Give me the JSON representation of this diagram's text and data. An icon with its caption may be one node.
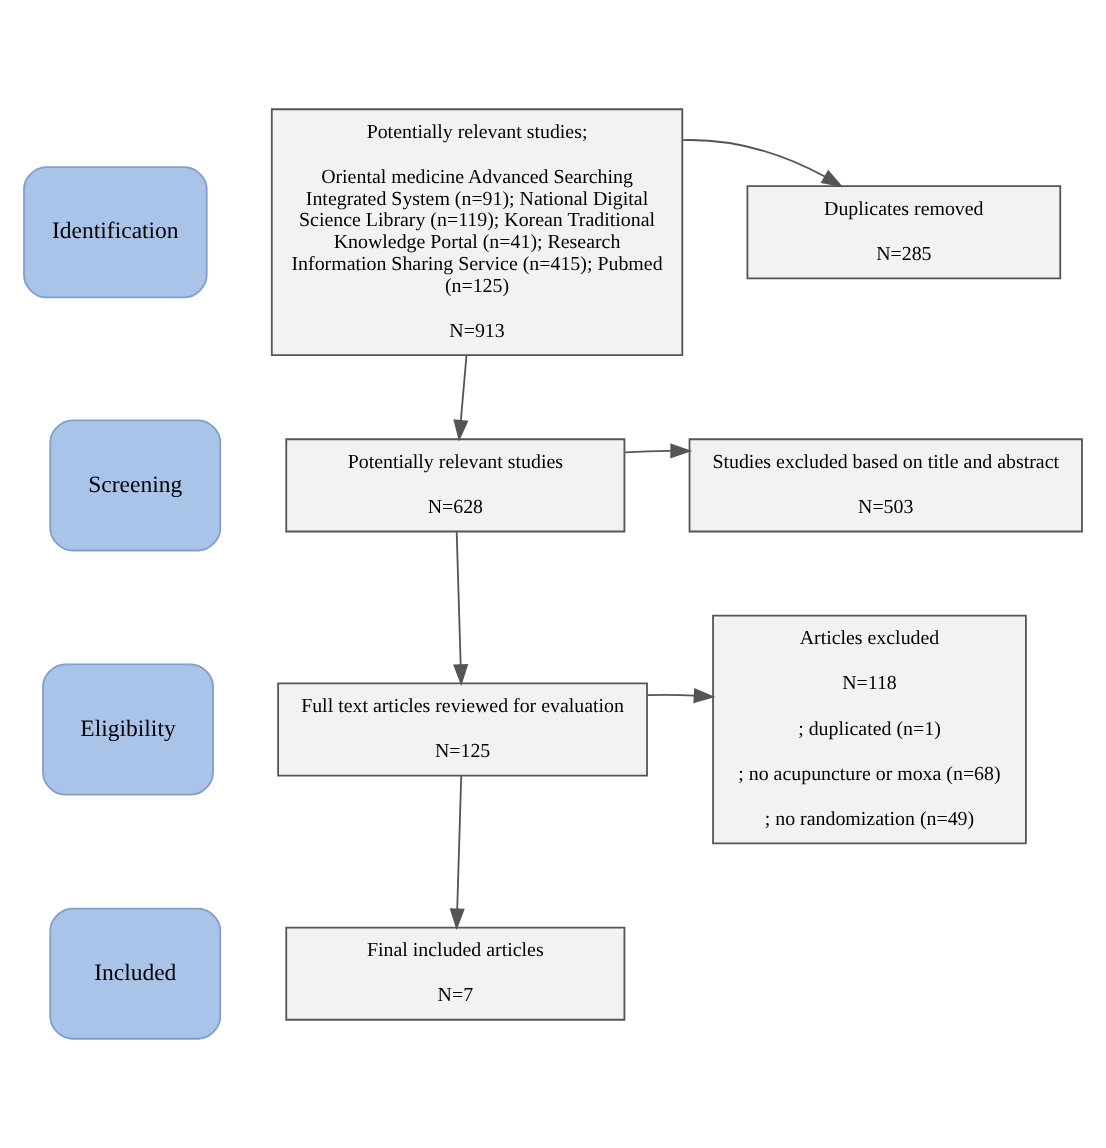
{
  "diagram": {
    "nodes": [
      {
        "text": [
          "Identification"
        ]
      },
      {
        "text": [
          "Potentially relevant studies;",
          "Oriental medicine Advanced Searching Integrated System (n=91); National Digital Science Library (n=119); Korean Traditional Knowledge Portal (n=41); Research Information Sharing Service (n=415); Pubmed (n=125)",
          "N=913"
        ]
      },
      {
        "text": [
          "Duplicates removed",
          "N=285"
        ]
      },
      {
        "text": [
          "Screening"
        ]
      },
      {
        "text": [
          "Potentially relevant studies",
          "N=628"
        ]
      },
      {
        "text": [
          "Studies excluded based on title and abstract",
          "N=503"
        ]
      },
      {
        "text": [
          "Eligibility"
        ]
      },
      {
        "text": [
          "Full text articles reviewed for evaluation",
          "N=125"
        ]
      },
      {
        "text": [
          "Articles excluded",
          "N=118",
          "; duplicated (n=1)",
          "; no acupuncture or moxa (n=68)",
          "; no randomization (n=49)"
        ]
      },
      {
        "text": [
          "Included"
        ]
      },
      {
        "text": [
          "Final included articles",
          "N=7"
        ]
      }
    ],
    "edges": [
      {
        "from": 1,
        "to": 4,
        "arrow": "to"
      },
      {
        "from": 1,
        "to": 2,
        "arrow": "to"
      },
      {
        "from": 4,
        "to": 7,
        "arrow": "to"
      },
      {
        "from": 4,
        "to": 5,
        "arrow": "to"
      },
      {
        "from": 7,
        "to": 10,
        "arrow": "to"
      },
      {
        "from": 7,
        "to": 8,
        "arrow": "to"
      }
    ]
  }
}
